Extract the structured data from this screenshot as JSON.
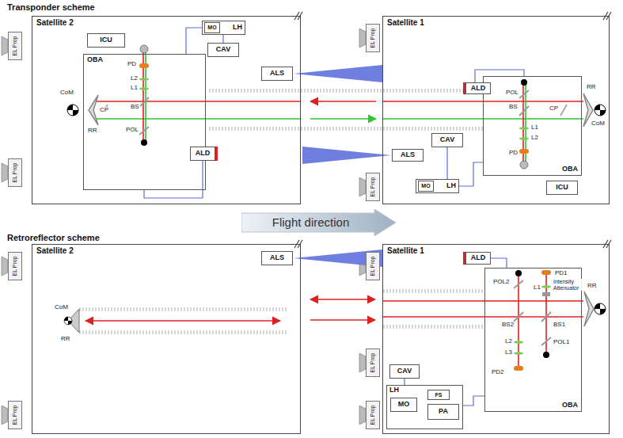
{
  "diagram": {
    "nodes": [
      {
        "text": [
          "Satellite 2"
        ]
      },
      {
        "text": [
          "ICU"
        ],
        "in": 0
      },
      {
        "text": [
          "OBA"
        ],
        "in": 0
      },
      {
        "text": [
          "LH"
        ],
        "in": 0
      },
      {
        "text": [
          "MO"
        ],
        "in": 3
      },
      {
        "text": [
          "CAV"
        ],
        "in": 0
      },
      {
        "text": [
          "ALD"
        ],
        "in": 0
      },
      {
        "text": [
          "ALS"
        ],
        "in": 0
      },
      {
        "text": [
          "Satellite 1"
        ]
      },
      {
        "text": [
          "ICU"
        ],
        "in": 8
      },
      {
        "text": [
          "OBA"
        ],
        "in": 8
      },
      {
        "text": [
          "ALD"
        ],
        "in": 8
      },
      {
        "text": [
          "ALS"
        ],
        "in": 8
      },
      {
        "text": [
          "CAV"
        ],
        "in": 8
      },
      {
        "text": [
          "LH"
        ],
        "in": 8
      },
      {
        "text": [
          "MO"
        ],
        "in": 14
      },
      {
        "text": [
          "Flight direction"
        ]
      },
      {
        "text": [
          "Satellite 2"
        ]
      },
      {
        "text": [
          "ALS"
        ],
        "in": 17
      },
      {
        "text": [
          "Satellite 1"
        ]
      },
      {
        "text": [
          "ALD"
        ],
        "in": 19
      },
      {
        "text": [
          "OBA"
        ],
        "in": 19
      },
      {
        "text": [
          "CAV"
        ],
        "in": 19
      },
      {
        "text": [
          "LH"
        ],
        "in": 19
      },
      {
        "text": [
          "MO"
        ],
        "in": 23
      },
      {
        "text": [
          "FS"
        ],
        "in": 23
      },
      {
        "text": [
          "PA"
        ],
        "in": 23
      },
      {
        "text": [
          "EL Prop"
        ]
      },
      {
        "text": [
          "EL Prop"
        ]
      },
      {
        "text": [
          "EL Prop"
        ]
      },
      {
        "text": [
          "EL Prop"
        ]
      },
      {
        "text": [
          "EL Prop"
        ]
      },
      {
        "text": [
          "EL Prop"
        ]
      },
      {
        "text": [
          "EL Prop"
        ]
      },
      {
        "text": [
          "EL Prop"
        ]
      },
      {
        "text": [
          "EL Prop"
        ]
      }
    ],
    "edges": [
      {
        "from": 3,
        "to": 2,
        "arrow": "none"
      },
      {
        "from": 5,
        "to": 3,
        "arrow": "none"
      },
      {
        "from": 2,
        "to": 6,
        "arrow": "none"
      },
      {
        "from": 14,
        "to": 10,
        "arrow": "none"
      },
      {
        "from": 13,
        "to": 14,
        "arrow": "none"
      },
      {
        "from": 11,
        "to": 10,
        "arrow": "none"
      },
      {
        "from": 23,
        "to": 21,
        "arrow": "none"
      },
      {
        "from": 22,
        "to": 23,
        "arrow": "none"
      },
      {
        "from": 20,
        "to": 21,
        "arrow": "none"
      }
    ],
    "labels": [
      "Transponder scheme",
      "PD",
      "L2",
      "L1",
      "BS",
      "CP",
      "POL",
      "RR",
      "CoM",
      "POL",
      "RR",
      "BS",
      "CP",
      "L1",
      "L2",
      "PD",
      "CoM",
      "Retroreflector scheme",
      "CoM",
      "RR",
      "PD1",
      "Intensity Attenuator",
      "L1",
      "POL2",
      "BS2",
      "BS1",
      "RR",
      "L2",
      "L3",
      "PD2",
      "POL1"
    ]
  }
}
